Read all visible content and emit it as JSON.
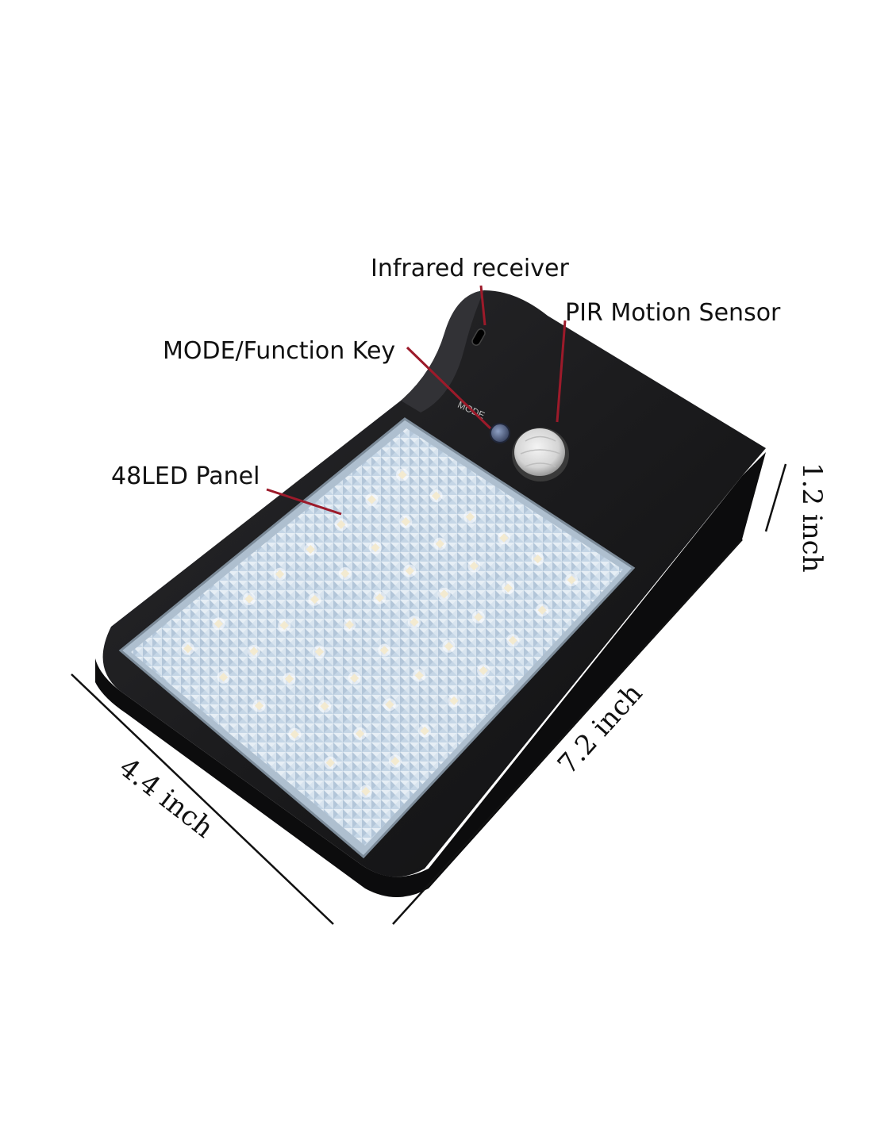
{
  "labels": {
    "infrared": "Infrared receiver",
    "pir": "PIR Motion Sensor",
    "mode_key": "MODE/Function Key",
    "led_panel": "48LED Panel",
    "mode_print": "MODE"
  },
  "dimensions": {
    "width": "4.4 inch",
    "length": "7.2 inch",
    "depth": "1.2 inch"
  },
  "colors": {
    "housing": "#1c1c1e",
    "panel": "#c9d8e6",
    "led": "#f3ead0",
    "leader_line": "#9c1a2a"
  },
  "led_count": 48
}
